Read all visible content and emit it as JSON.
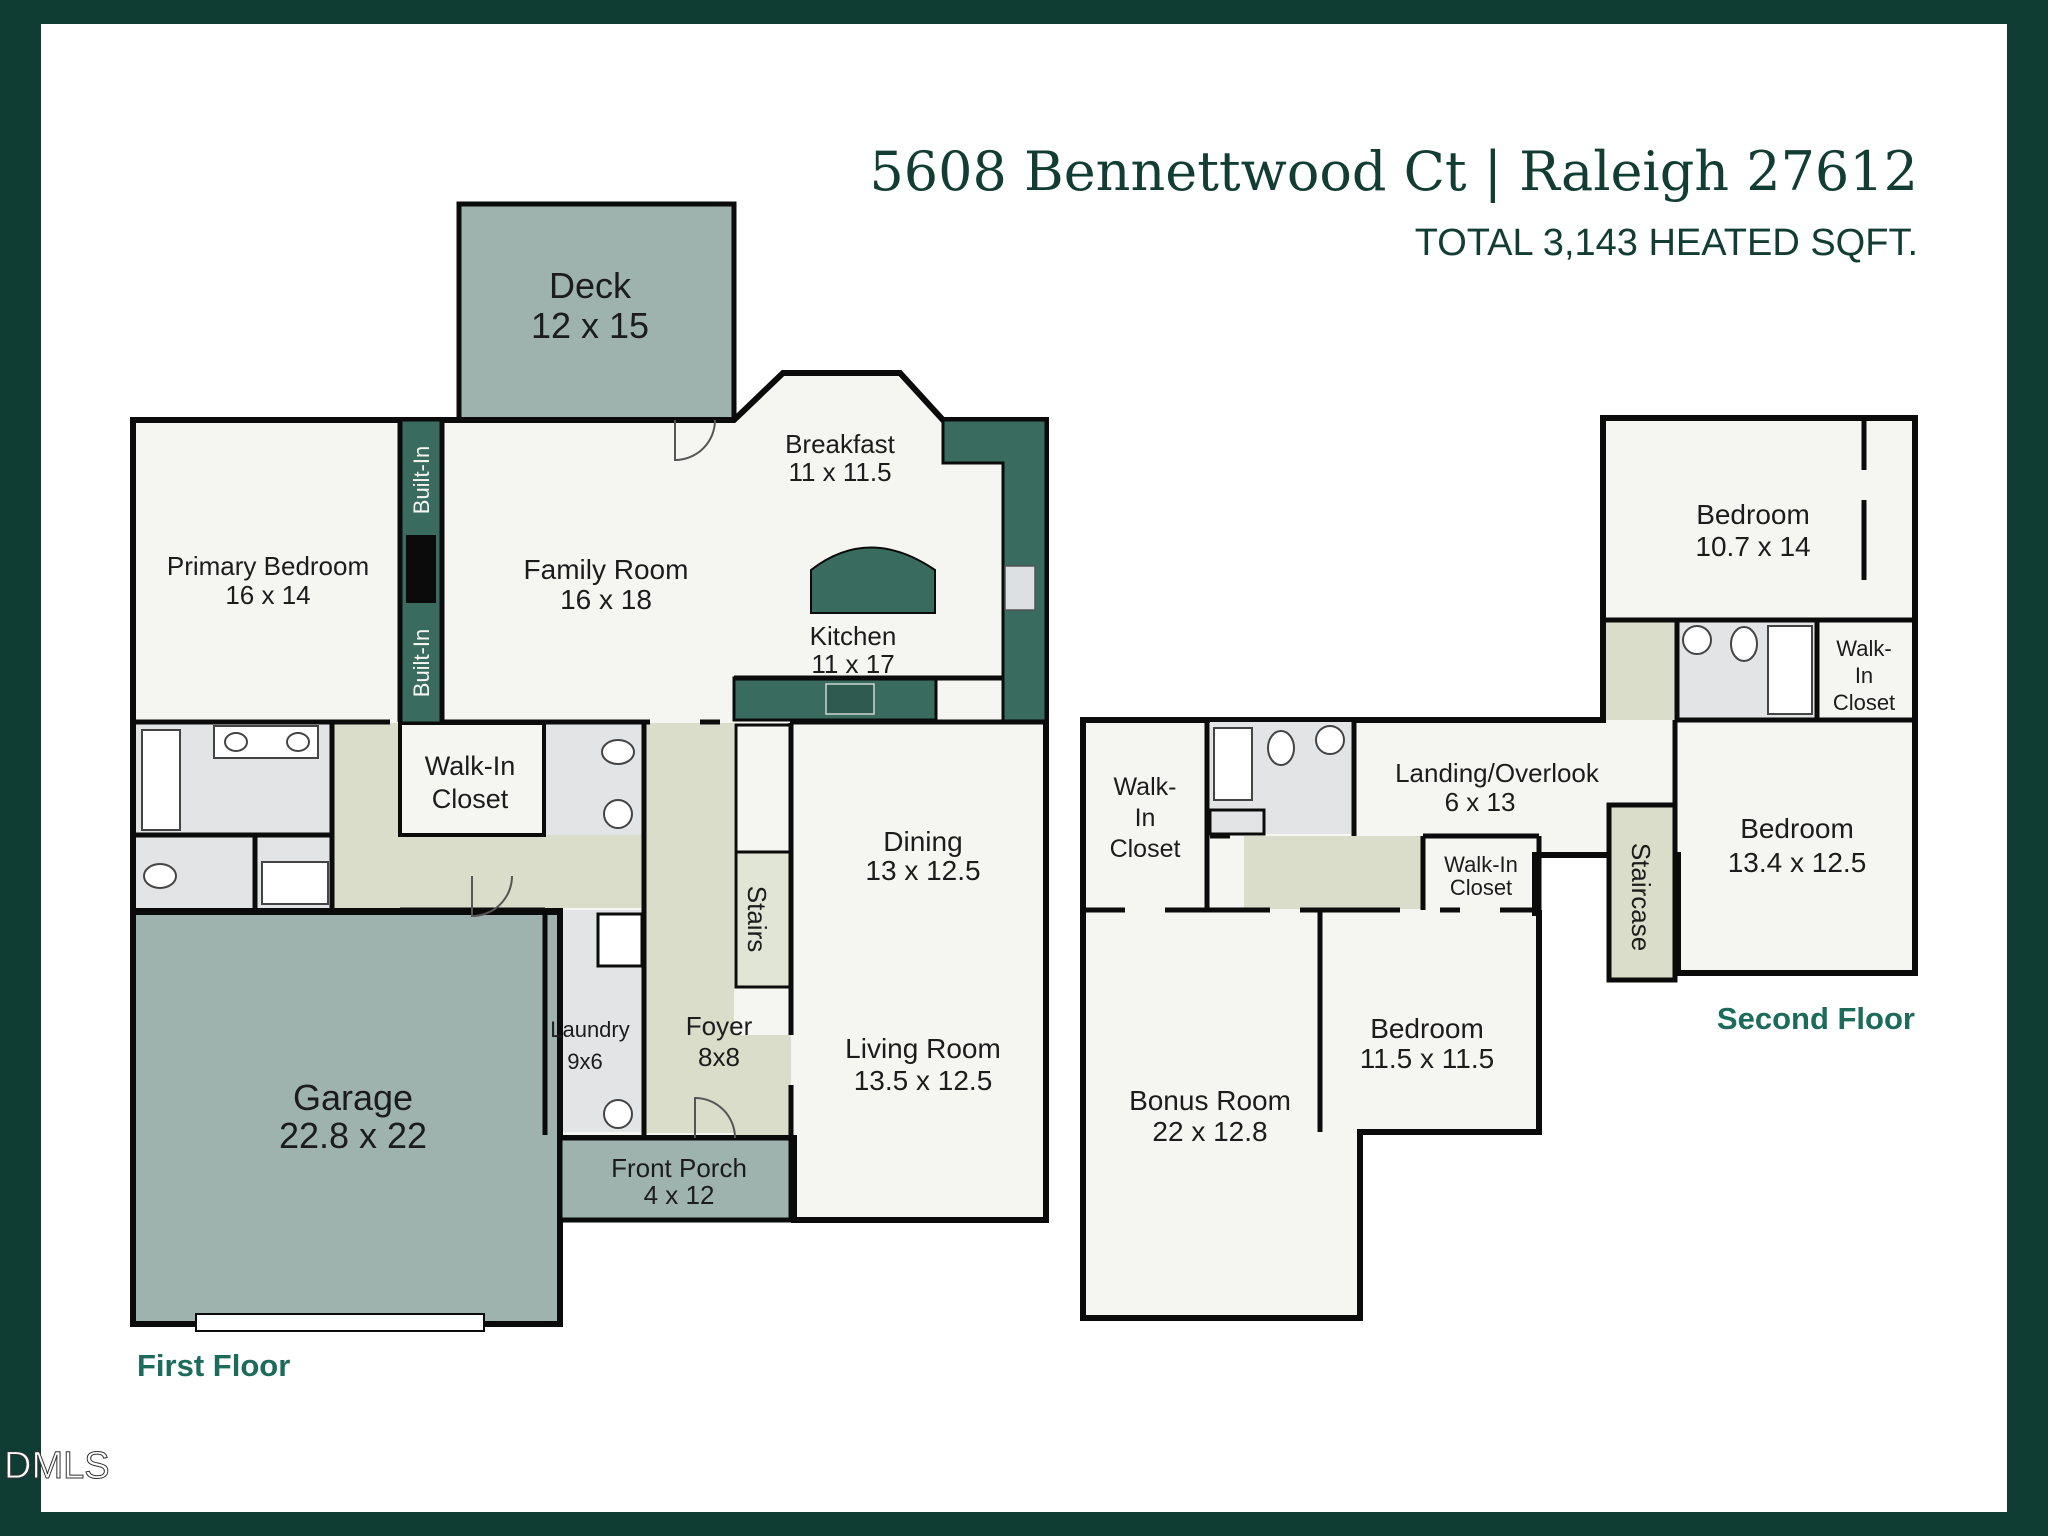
{
  "header": {
    "address": "5608 Bennettwood Ct | Raleigh 27612",
    "total": "TOTAL 3,143 HEATED SQFT."
  },
  "colors": {
    "frame": "#0f3d33",
    "room": "#f5f6f1",
    "outdoor": "#9fb3ae",
    "hall": "#d9ddc9",
    "bath": "#e3e4e6",
    "cabinet": "#3a6b5f",
    "wall": "#0b0b0b"
  },
  "first_floor": {
    "label": "First Floor",
    "deck": {
      "name": "Deck",
      "dim": "12 x 15"
    },
    "breakfast": {
      "name": "Breakfast",
      "dim": "11 x 11.5"
    },
    "primary_bedroom": {
      "name": "Primary Bedroom",
      "dim": "16 x 14"
    },
    "family_room": {
      "name": "Family Room",
      "dim": "16 x 18"
    },
    "kitchen": {
      "name": "Kitchen",
      "dim": "11 x 17"
    },
    "built_in_top": "Built-In",
    "built_in_bottom": "Built-In",
    "walk_in_closet": [
      "Walk-In",
      "Closet"
    ],
    "stairs": "Stairs",
    "dining": {
      "name": "Dining",
      "dim": "13 x 12.5"
    },
    "laundry": {
      "name": "Laundry",
      "dim": "9x6"
    },
    "foyer": {
      "name": "Foyer",
      "dim": "8x8"
    },
    "living_room": {
      "name": "Living Room",
      "dim": "13.5 x 12.5"
    },
    "garage": {
      "name": "Garage",
      "dim": "22.8 x 22"
    },
    "front_porch": {
      "name": "Front Porch",
      "dim": "4 x 12"
    }
  },
  "second_floor": {
    "label": "Second Floor",
    "bedroom_ne": {
      "name": "Bedroom",
      "dim": "10.7 x 14"
    },
    "walk_in_closet_ne": [
      "Walk-",
      "In",
      "Closet"
    ],
    "walk_in_closet_w": [
      "Walk-",
      "In",
      "Closet"
    ],
    "landing": {
      "name": "Landing/Overlook",
      "dim": "6 x 13"
    },
    "walk_in_closet_mid": [
      "Walk-In",
      "Closet"
    ],
    "staircase": "Staircase",
    "bedroom_e": {
      "name": "Bedroom",
      "dim": "13.4 x 12.5"
    },
    "bedroom_s": {
      "name": "Bedroom",
      "dim": "11.5 x 11.5"
    },
    "bonus_room": {
      "name": "Bonus Room",
      "dim": "22 x 12.8"
    }
  },
  "watermark": "DMLS"
}
